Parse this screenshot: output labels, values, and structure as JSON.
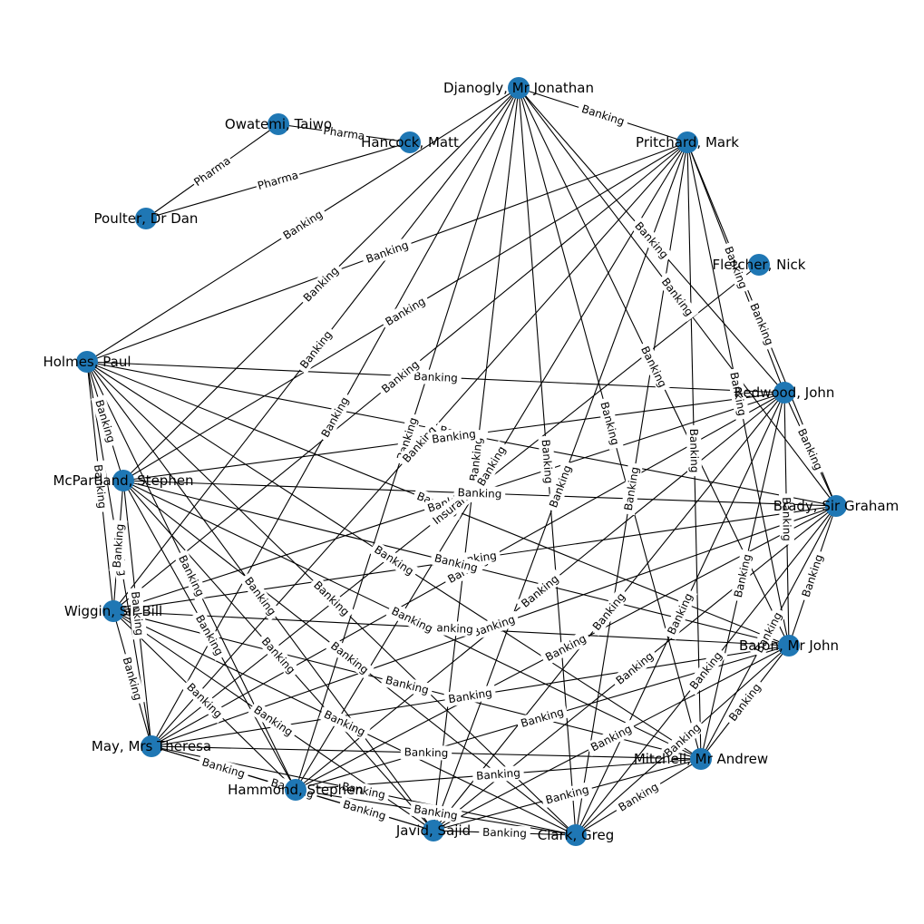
{
  "graph": {
    "node_color": "#1f77b4",
    "nodes": [
      {
        "id": "djanogly",
        "label": "Djanogly, Mr Jonathan"
      },
      {
        "id": "owatemi",
        "label": "Owatemi, Taiwo"
      },
      {
        "id": "hancock",
        "label": "Hancock, Matt"
      },
      {
        "id": "pritchard",
        "label": "Pritchard, Mark"
      },
      {
        "id": "poulter",
        "label": "Poulter, Dr Dan"
      },
      {
        "id": "fletcher",
        "label": "Fletcher, Nick"
      },
      {
        "id": "holmes",
        "label": "Holmes, Paul"
      },
      {
        "id": "redwood",
        "label": "Redwood, John"
      },
      {
        "id": "mcpartland",
        "label": "McPartland, Stephen"
      },
      {
        "id": "brady",
        "label": "Brady, Sir Graham"
      },
      {
        "id": "wiggin",
        "label": "Wiggin, Sir Bill"
      },
      {
        "id": "baron",
        "label": "Baron, Mr John"
      },
      {
        "id": "may",
        "label": "May, Mrs Theresa"
      },
      {
        "id": "mitchell",
        "label": "Mitchell, Mr Andrew"
      },
      {
        "id": "hammond",
        "label": "Hammond, Stephen"
      },
      {
        "id": "javid",
        "label": "Javid, Sajid"
      },
      {
        "id": "clark",
        "label": "Clark, Greg"
      }
    ],
    "edges": [
      {
        "source": "owatemi",
        "target": "hancock",
        "label": "Pharma"
      },
      {
        "source": "owatemi",
        "target": "poulter",
        "label": "Pharma"
      },
      {
        "source": "hancock",
        "target": "poulter",
        "label": "Pharma"
      },
      {
        "source": "holmes",
        "target": "djanogly",
        "label": "Banking"
      },
      {
        "source": "holmes",
        "target": "pritchard",
        "label": "Banking"
      },
      {
        "source": "holmes",
        "target": "redwood",
        "label": "Banking"
      },
      {
        "source": "holmes",
        "target": "brady",
        "label": "Banking"
      },
      {
        "source": "holmes",
        "target": "baron",
        "label": "Banking"
      },
      {
        "source": "holmes",
        "target": "mitchell",
        "label": "Banking"
      },
      {
        "source": "holmes",
        "target": "mcpartland",
        "label": "Banking"
      },
      {
        "source": "holmes",
        "target": "wiggin",
        "label": "Banking"
      },
      {
        "source": "holmes",
        "target": "may",
        "label": "Banking"
      },
      {
        "source": "holmes",
        "target": "hammond",
        "label": "Banking"
      },
      {
        "source": "holmes",
        "target": "javid",
        "label": "Banking"
      },
      {
        "source": "holmes",
        "target": "clark",
        "label": "Banking"
      },
      {
        "source": "djanogly",
        "target": "pritchard",
        "label": "Banking"
      },
      {
        "source": "djanogly",
        "target": "redwood",
        "label": "Banking"
      },
      {
        "source": "djanogly",
        "target": "brady",
        "label": "Banking"
      },
      {
        "source": "djanogly",
        "target": "baron",
        "label": "Banking"
      },
      {
        "source": "djanogly",
        "target": "mitchell",
        "label": "Banking"
      },
      {
        "source": "djanogly",
        "target": "clark",
        "label": "Banking"
      },
      {
        "source": "djanogly",
        "target": "javid",
        "label": "Banking"
      },
      {
        "source": "djanogly",
        "target": "hammond",
        "label": "Banking"
      },
      {
        "source": "djanogly",
        "target": "may",
        "label": "Banking"
      },
      {
        "source": "djanogly",
        "target": "wiggin",
        "label": "Banking"
      },
      {
        "source": "djanogly",
        "target": "mcpartland",
        "label": "Banking"
      },
      {
        "source": "pritchard",
        "target": "redwood",
        "label": "Banking"
      },
      {
        "source": "pritchard",
        "target": "brady",
        "label": "Banking"
      },
      {
        "source": "pritchard",
        "target": "baron",
        "label": "Banking"
      },
      {
        "source": "pritchard",
        "target": "mitchell",
        "label": "Banking"
      },
      {
        "source": "pritchard",
        "target": "clark",
        "label": "Banking"
      },
      {
        "source": "pritchard",
        "target": "javid",
        "label": "Banking"
      },
      {
        "source": "pritchard",
        "target": "hammond",
        "label": "Banking"
      },
      {
        "source": "pritchard",
        "target": "may",
        "label": "Banking"
      },
      {
        "source": "pritchard",
        "target": "wiggin",
        "label": "Banking"
      },
      {
        "source": "pritchard",
        "target": "mcpartland",
        "label": "Banking"
      },
      {
        "source": "redwood",
        "target": "brady",
        "label": "Banking"
      },
      {
        "source": "redwood",
        "target": "baron",
        "label": "Banking"
      },
      {
        "source": "redwood",
        "target": "mitchell",
        "label": "Banking"
      },
      {
        "source": "redwood",
        "target": "clark",
        "label": "Banking"
      },
      {
        "source": "redwood",
        "target": "javid",
        "label": "Banking"
      },
      {
        "source": "redwood",
        "target": "hammond",
        "label": "Banking"
      },
      {
        "source": "redwood",
        "target": "may",
        "label": "Banking"
      },
      {
        "source": "redwood",
        "target": "wiggin",
        "label": "Banking"
      },
      {
        "source": "redwood",
        "target": "mcpartland",
        "label": "Banking"
      },
      {
        "source": "fletcher",
        "target": "may",
        "label": "Insurance"
      },
      {
        "source": "brady",
        "target": "baron",
        "label": "Banking"
      },
      {
        "source": "brady",
        "target": "mitchell",
        "label": "Banking"
      },
      {
        "source": "brady",
        "target": "clark",
        "label": "Banking"
      },
      {
        "source": "brady",
        "target": "javid",
        "label": "Banking"
      },
      {
        "source": "brady",
        "target": "hammond",
        "label": "Banking"
      },
      {
        "source": "brady",
        "target": "may",
        "label": "Banking"
      },
      {
        "source": "brady",
        "target": "wiggin",
        "label": "Banking"
      },
      {
        "source": "brady",
        "target": "mcpartland",
        "label": "Banking"
      },
      {
        "source": "baron",
        "target": "mitchell",
        "label": "Banking"
      },
      {
        "source": "baron",
        "target": "clark",
        "label": "Banking"
      },
      {
        "source": "baron",
        "target": "javid",
        "label": "Banking"
      },
      {
        "source": "baron",
        "target": "hammond",
        "label": "Banking"
      },
      {
        "source": "baron",
        "target": "may",
        "label": "Banking"
      },
      {
        "source": "baron",
        "target": "wiggin",
        "label": "Banking"
      },
      {
        "source": "baron",
        "target": "mcpartland",
        "label": "Banking"
      },
      {
        "source": "mitchell",
        "target": "clark",
        "label": "Banking"
      },
      {
        "source": "mitchell",
        "target": "javid",
        "label": "Banking"
      },
      {
        "source": "mitchell",
        "target": "hammond",
        "label": "Banking"
      },
      {
        "source": "mitchell",
        "target": "may",
        "label": "Banking"
      },
      {
        "source": "mitchell",
        "target": "wiggin",
        "label": "Banking"
      },
      {
        "source": "mitchell",
        "target": "mcpartland",
        "label": "Banking"
      },
      {
        "source": "clark",
        "target": "javid",
        "label": "Banking"
      },
      {
        "source": "clark",
        "target": "hammond",
        "label": "Banking"
      },
      {
        "source": "clark",
        "target": "may",
        "label": "Banking"
      },
      {
        "source": "clark",
        "target": "wiggin",
        "label": "Banking"
      },
      {
        "source": "clark",
        "target": "mcpartland",
        "label": "Banking"
      },
      {
        "source": "javid",
        "target": "hammond",
        "label": "Banking"
      },
      {
        "source": "javid",
        "target": "may",
        "label": "Banking"
      },
      {
        "source": "javid",
        "target": "wiggin",
        "label": "Banking"
      },
      {
        "source": "javid",
        "target": "mcpartland",
        "label": "Banking"
      },
      {
        "source": "hammond",
        "target": "may",
        "label": "Banking"
      },
      {
        "source": "hammond",
        "target": "wiggin",
        "label": "Banking"
      },
      {
        "source": "hammond",
        "target": "mcpartland",
        "label": "Banking"
      },
      {
        "source": "may",
        "target": "wiggin",
        "label": "Banking"
      },
      {
        "source": "may",
        "target": "mcpartland",
        "label": "Banking"
      },
      {
        "source": "wiggin",
        "target": "mcpartland",
        "label": "Banking"
      }
    ]
  }
}
